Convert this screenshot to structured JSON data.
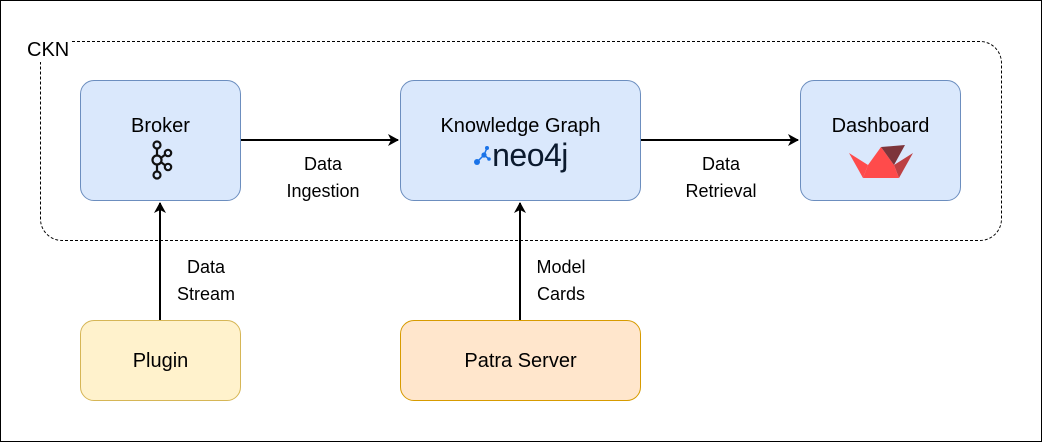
{
  "group": {
    "label": "CKN"
  },
  "nodes": {
    "broker": {
      "label": "Broker",
      "icon": "kafka-icon"
    },
    "knowledge_graph": {
      "label": "Knowledge Graph",
      "logo_text": "neo4j",
      "icon": "neo4j-logo"
    },
    "dashboard": {
      "label": "Dashboard",
      "icon": "streamlit-logo"
    },
    "plugin": {
      "label": "Plugin"
    },
    "patra_server": {
      "label": "Patra Server"
    }
  },
  "edges": {
    "data_ingestion": {
      "line1": "Data",
      "line2": "Ingestion"
    },
    "data_retrieval": {
      "line1": "Data",
      "line2": "Retrieval"
    },
    "data_stream": {
      "line1": "Data",
      "line2": "Stream"
    },
    "model_cards": {
      "line1": "Model",
      "line2": "Cards"
    }
  },
  "colors": {
    "blue_fill": "#dae8fc",
    "blue_stroke": "#6c8ebf",
    "yellow_fill": "#fff2cc",
    "yellow_stroke": "#d6b656",
    "orange_fill": "#ffe6cc",
    "orange_stroke": "#d79b00",
    "neo4j_blue": "#1a73e8",
    "streamlit_red": "#ff4b4b"
  }
}
